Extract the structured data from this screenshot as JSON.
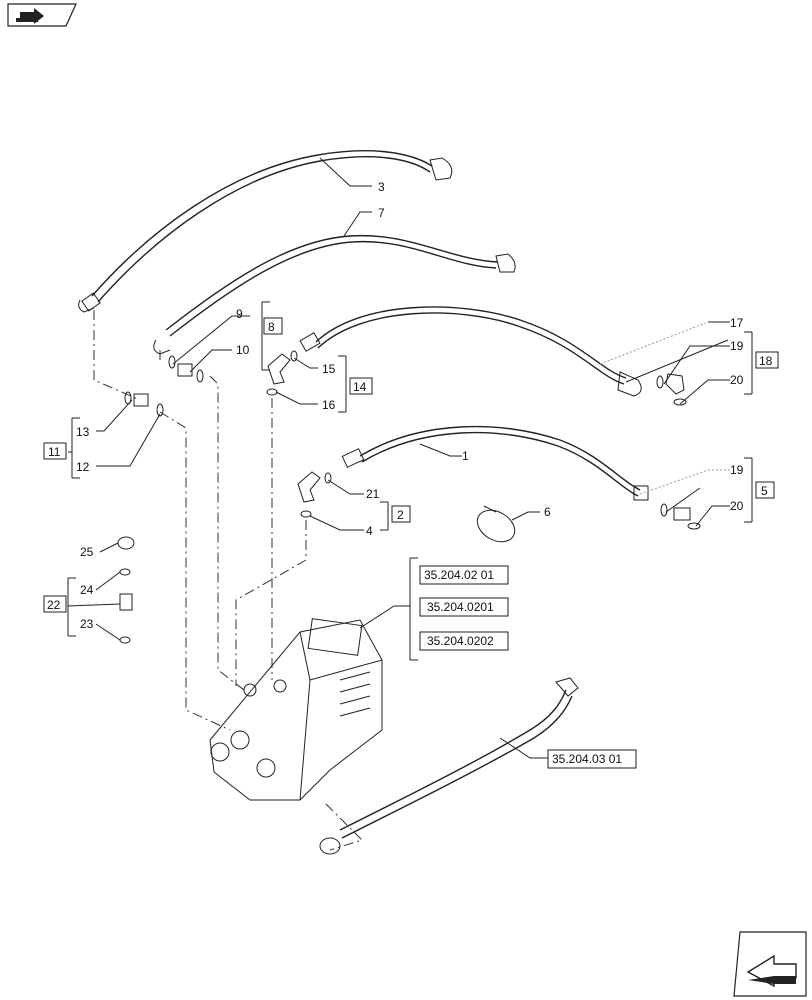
{
  "icons": {
    "top_left": "prev-page-arrow-icon",
    "bottom_right": "next-page-arrow-icon"
  },
  "callouts": {
    "c1": "1",
    "c2": "2",
    "c3": "3",
    "c4": "4",
    "c5": "5",
    "c6": "6",
    "c7": "7",
    "c8": "8",
    "c9": "9",
    "c10": "10",
    "c11": "11",
    "c12": "12",
    "c13": "13",
    "c14": "14",
    "c15": "15",
    "c16": "16",
    "c17": "17",
    "c18": "18",
    "c19a": "19",
    "c19b": "19",
    "c20a": "20",
    "c20b": "20",
    "c21": "21",
    "c22": "22",
    "c23": "23",
    "c24": "24",
    "c25": "25"
  },
  "references": {
    "r1": "35.204.02 01",
    "r2": "35.204.0201",
    "r3": "35.204.0202",
    "r4": "35.204.03 01"
  }
}
